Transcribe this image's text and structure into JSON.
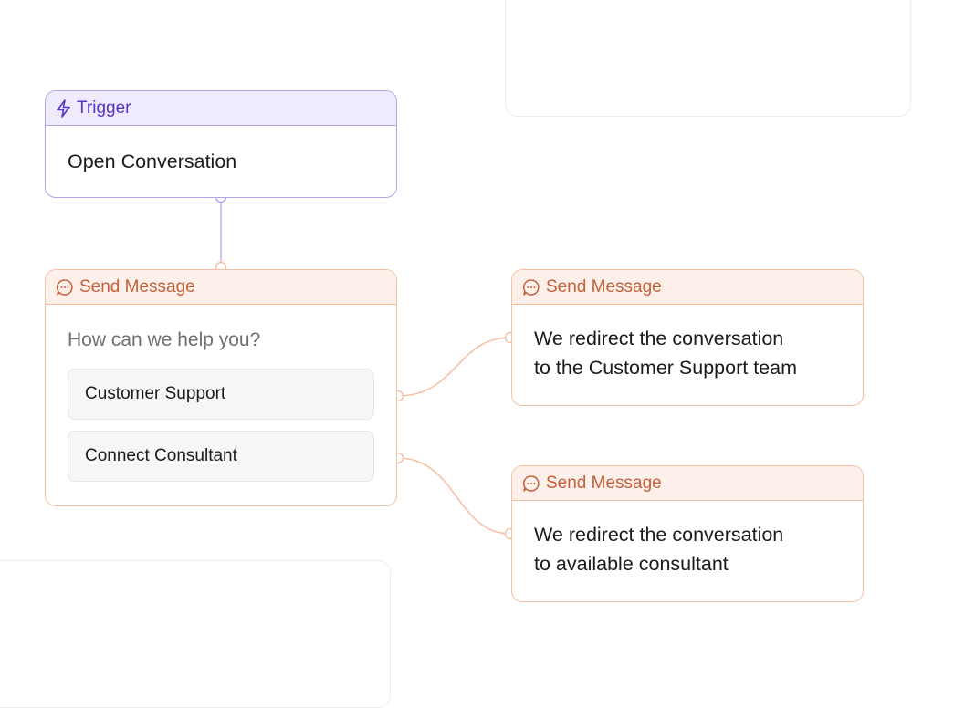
{
  "nodes": {
    "trigger": {
      "type_label": "Trigger",
      "icon": "lightning-icon",
      "title": "Open Conversation"
    },
    "ask": {
      "type_label": "Send Message",
      "icon": "chat-bubble-icon",
      "question": "How can we help you?",
      "options": [
        "Customer Support",
        "Connect Consultant"
      ]
    },
    "support": {
      "type_label": "Send Message",
      "icon": "chat-bubble-icon",
      "text_lines": [
        "We redirect the conversation",
        "to the Customer Support team"
      ]
    },
    "consultant": {
      "type_label": "Send Message",
      "icon": "chat-bubble-icon",
      "text_lines": [
        "We redirect the conversation",
        "to available consultant"
      ]
    }
  },
  "colors": {
    "trigger_accent": "#5a34c2",
    "trigger_border": "#b7a5ec",
    "trigger_header_bg": "#efeafc",
    "message_accent": "#c2603a",
    "message_border": "#f4c1a6",
    "message_header_bg": "#fdf0ea",
    "canvas_bg": "#ffffff"
  }
}
